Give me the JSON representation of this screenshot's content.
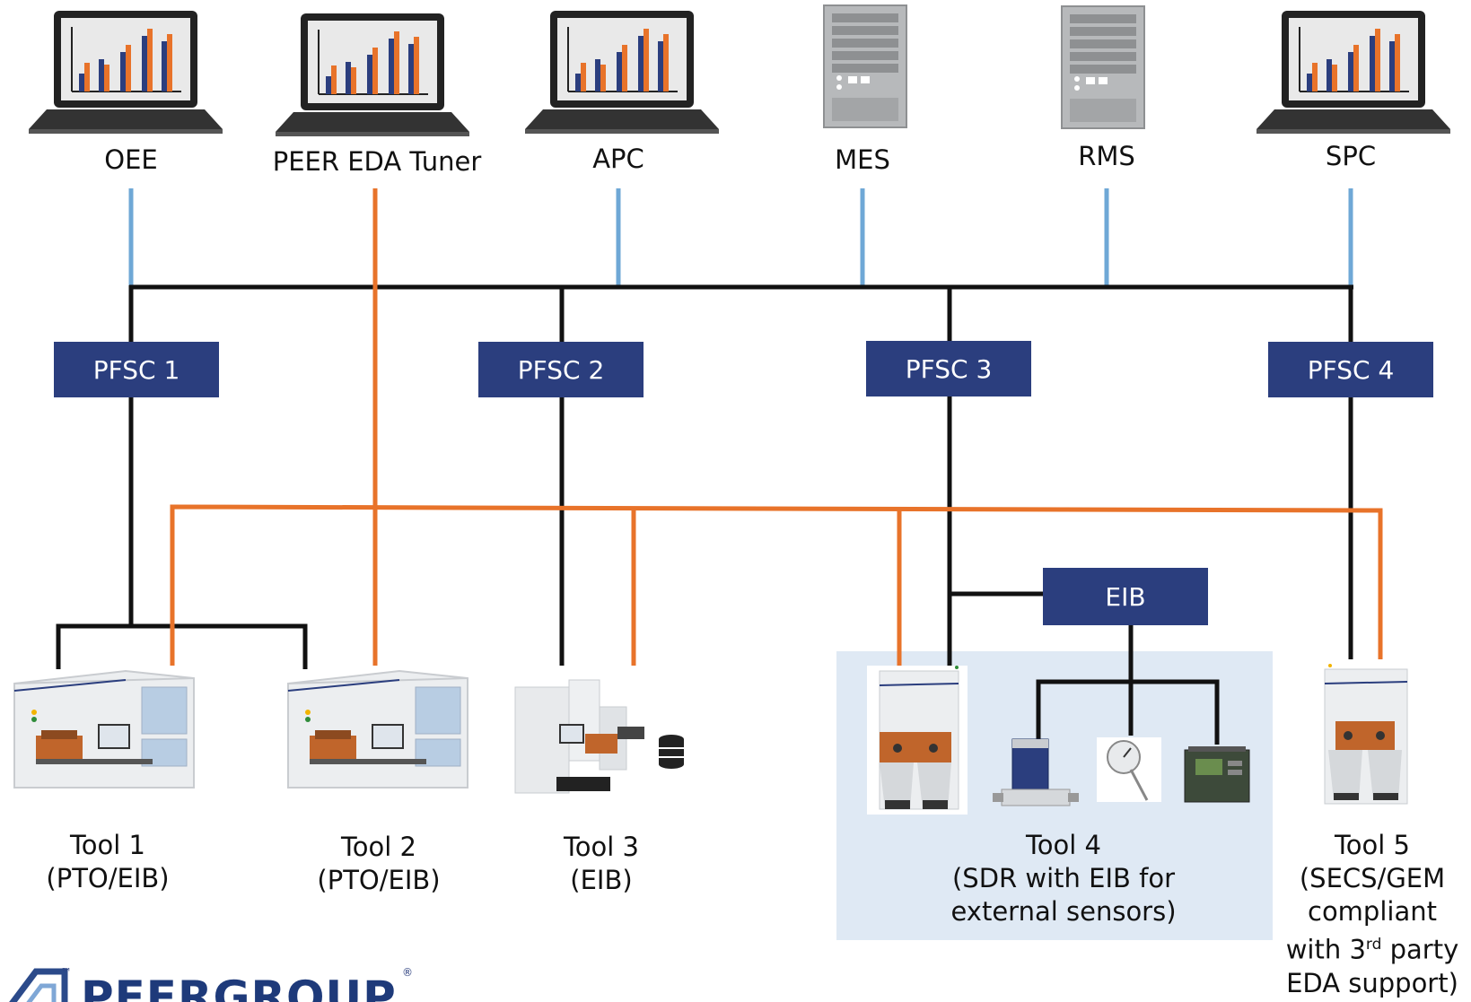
{
  "systems": [
    {
      "label": "OEE"
    },
    {
      "label": "PEER EDA Tuner"
    },
    {
      "label": "APC"
    },
    {
      "label": "MES"
    },
    {
      "label": "RMS"
    },
    {
      "label": "SPC"
    }
  ],
  "pfsc": [
    {
      "label": "PFSC 1"
    },
    {
      "label": "PFSC 2"
    },
    {
      "label": "PFSC 3"
    },
    {
      "label": "PFSC 4"
    }
  ],
  "eib_box": {
    "label": "EIB"
  },
  "tools": [
    {
      "line1": "Tool 1",
      "line2": "(PTO/EIB)"
    },
    {
      "line1": "Tool 2",
      "line2": "(PTO/EIB)"
    },
    {
      "line1": "Tool 3",
      "line2": "(EIB)"
    },
    {
      "line1": "Tool 4",
      "line2": "(SDR with EIB for",
      "line3": "external sensors)"
    },
    {
      "line1": "Tool 5",
      "line2": "(SECS/GEM",
      "line3": "compliant",
      "line4_pre": "with 3",
      "line4_sup": "rd",
      "line4_post": " party",
      "line5": "EDA support)"
    }
  ],
  "logo": {
    "text": "PEERGROUP",
    "tm": "™",
    "reg": "®"
  },
  "colors": {
    "box": "#2b3e7e",
    "orange": "#e8732a",
    "blue_link": "#6fa8d6",
    "black_line": "#111111",
    "highlight": "#dfe9f4"
  }
}
